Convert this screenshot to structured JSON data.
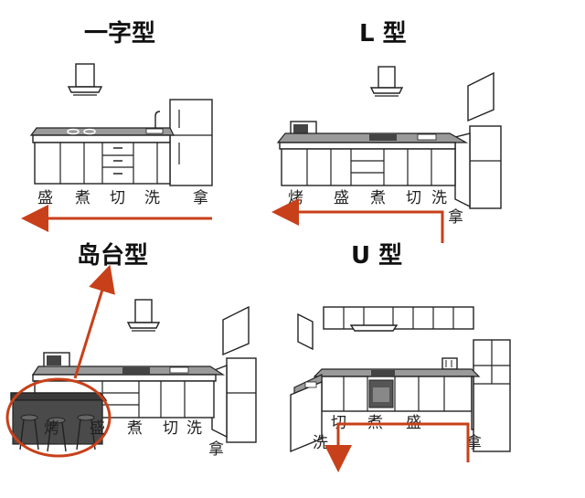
{
  "layouts": {
    "one_line": {
      "title": "一字型",
      "steps": [
        "盛",
        "煮",
        "切",
        "洗",
        "拿"
      ]
    },
    "l_shape": {
      "title": "L 型",
      "steps": [
        "烤",
        "盛",
        "煮",
        "切",
        "洗",
        "拿"
      ]
    },
    "island": {
      "title": "岛台型",
      "steps": [
        "烤",
        "盛",
        "煮",
        "切",
        "洗",
        "拿"
      ]
    },
    "u_shape": {
      "title": "U 型",
      "steps": [
        "切",
        "煮",
        "盛",
        "洗",
        "拿"
      ]
    }
  },
  "colors": {
    "arrow": "#c8401a",
    "outline": "#222222",
    "counter_top": "#9a9a9a",
    "background": "#ffffff"
  }
}
